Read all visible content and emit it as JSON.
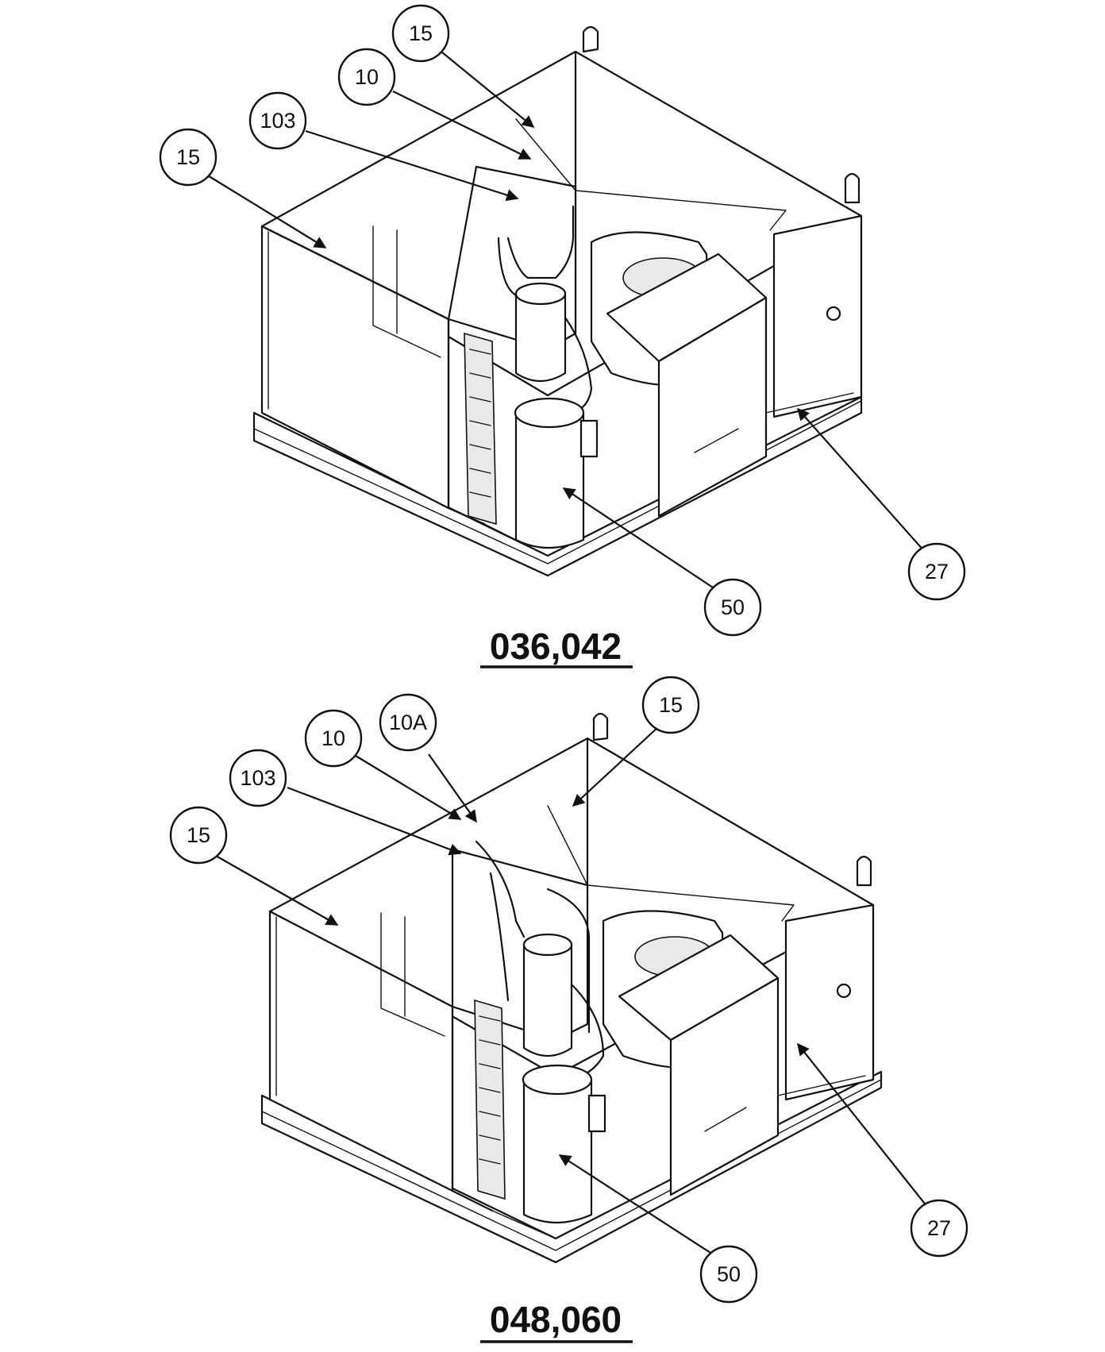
{
  "diagrams": [
    {
      "model_label": "036,042",
      "callouts": [
        "15",
        "10",
        "103",
        "15",
        "27",
        "50"
      ]
    },
    {
      "model_label": "048,060",
      "callouts": [
        "10",
        "10A",
        "15",
        "103",
        "15",
        "27",
        "50"
      ]
    }
  ]
}
